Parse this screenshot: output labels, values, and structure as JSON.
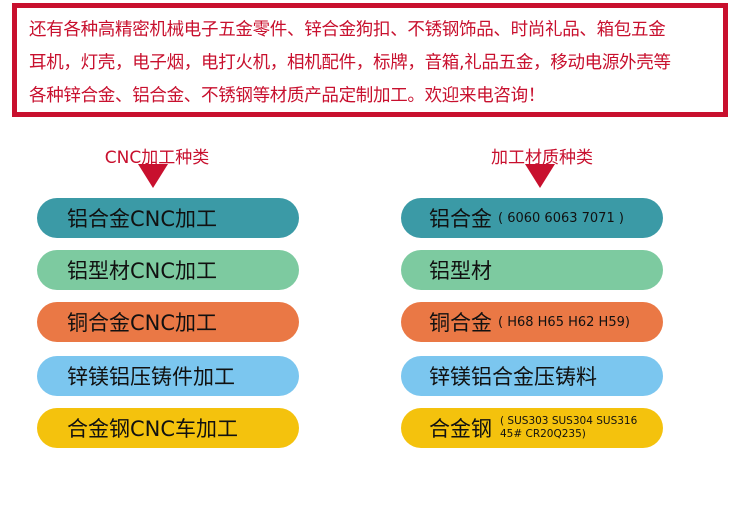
{
  "intro": {
    "lines": [
      "还有各种高精密机械电子五金零件、锌合金狗扣、不锈钢饰品、时尚礼品、箱包五金",
      "耳机，灯壳，电子烟，电打火机，相机配件，标牌，音箱,礼品五金，移动电源外壳等",
      "各种锌合金、铝合金、不锈钢等材质产品定制加工。欢迎来电咨询！"
    ]
  },
  "left_column": {
    "title": "CNC加工种类",
    "items": [
      {
        "label": "铝合金CNC加工",
        "color": "#3b9aa6"
      },
      {
        "label": "铝型材CNC加工",
        "color": "#7dcaa0"
      },
      {
        "label": "铜合金CNC加工",
        "color": "#ea7845"
      },
      {
        "label": "锌镁铝压铸件加工",
        "color": "#7bc6ef"
      },
      {
        "label": "合金钢CNC车加工",
        "color": "#f4c20d"
      }
    ]
  },
  "right_column": {
    "title": "加工材质种类",
    "items": [
      {
        "label": "铝合金",
        "detail": "( 6060  6063  7071 )",
        "color": "#3b9aa6"
      },
      {
        "label": "铝型材",
        "detail": "",
        "color": "#7dcaa0"
      },
      {
        "label": "铜合金",
        "detail": "( H68  H65   H62  H59)",
        "color": "#ea7845"
      },
      {
        "label": "锌镁铝合金压铸料",
        "detail": "",
        "color": "#7bc6ef"
      },
      {
        "label": "合金钢",
        "detail": "( SUS303    SUS304 SUS316  45# CR20Q235)",
        "color": "#f4c20d"
      }
    ]
  },
  "colors": {
    "accent": "#c8102e"
  }
}
